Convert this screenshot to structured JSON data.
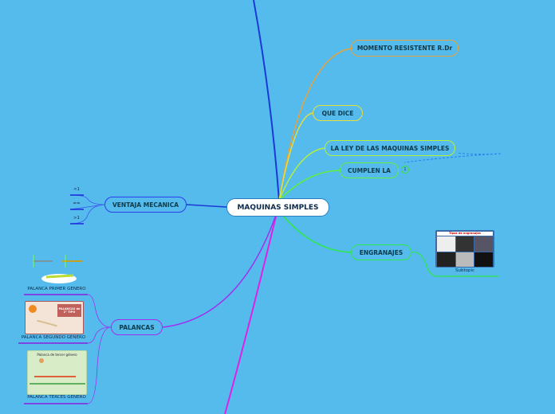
{
  "central": {
    "label": "MAQUINAS SIMPLES"
  },
  "topics": {
    "momento": {
      "label": "MOMENTO RESISTENTE R.Dr",
      "color": "#e8a23a"
    },
    "que_dice": {
      "label": "QUE DICE",
      "color": "#e8e03a"
    },
    "ley": {
      "label": "LA LEY DE LAS MAQUINAS SIMPLES",
      "color": "#b5f03a"
    },
    "cumplen": {
      "label": "CUMPLEN LA",
      "color": "#5ef03a",
      "badge": "1"
    },
    "engranajes": {
      "label": "ENGRANAJES",
      "color": "#2ee84a",
      "subtopic": "Subtopic",
      "image_title": "Tipos de engranajes"
    },
    "ventaja": {
      "label": "VENTAJA MECANICA",
      "color": "#2a3ff0",
      "children": [
        "<1",
        "==",
        ">1"
      ]
    },
    "palancas": {
      "label": "PALANCAS",
      "color": "#a030f0",
      "children": [
        "PALANCA PRIMER GENERO",
        "PALANCA SEGUNDO GENERO",
        "PALANCA TERCES GENERO"
      ],
      "image2_text": "PALANCAS de 2° TIPO",
      "image3_text": "Palanca de tercer género"
    }
  },
  "colors": {
    "background": "#55bbec",
    "top_branch": "#1a3ad8",
    "bottom_branch": "#e020e8"
  }
}
